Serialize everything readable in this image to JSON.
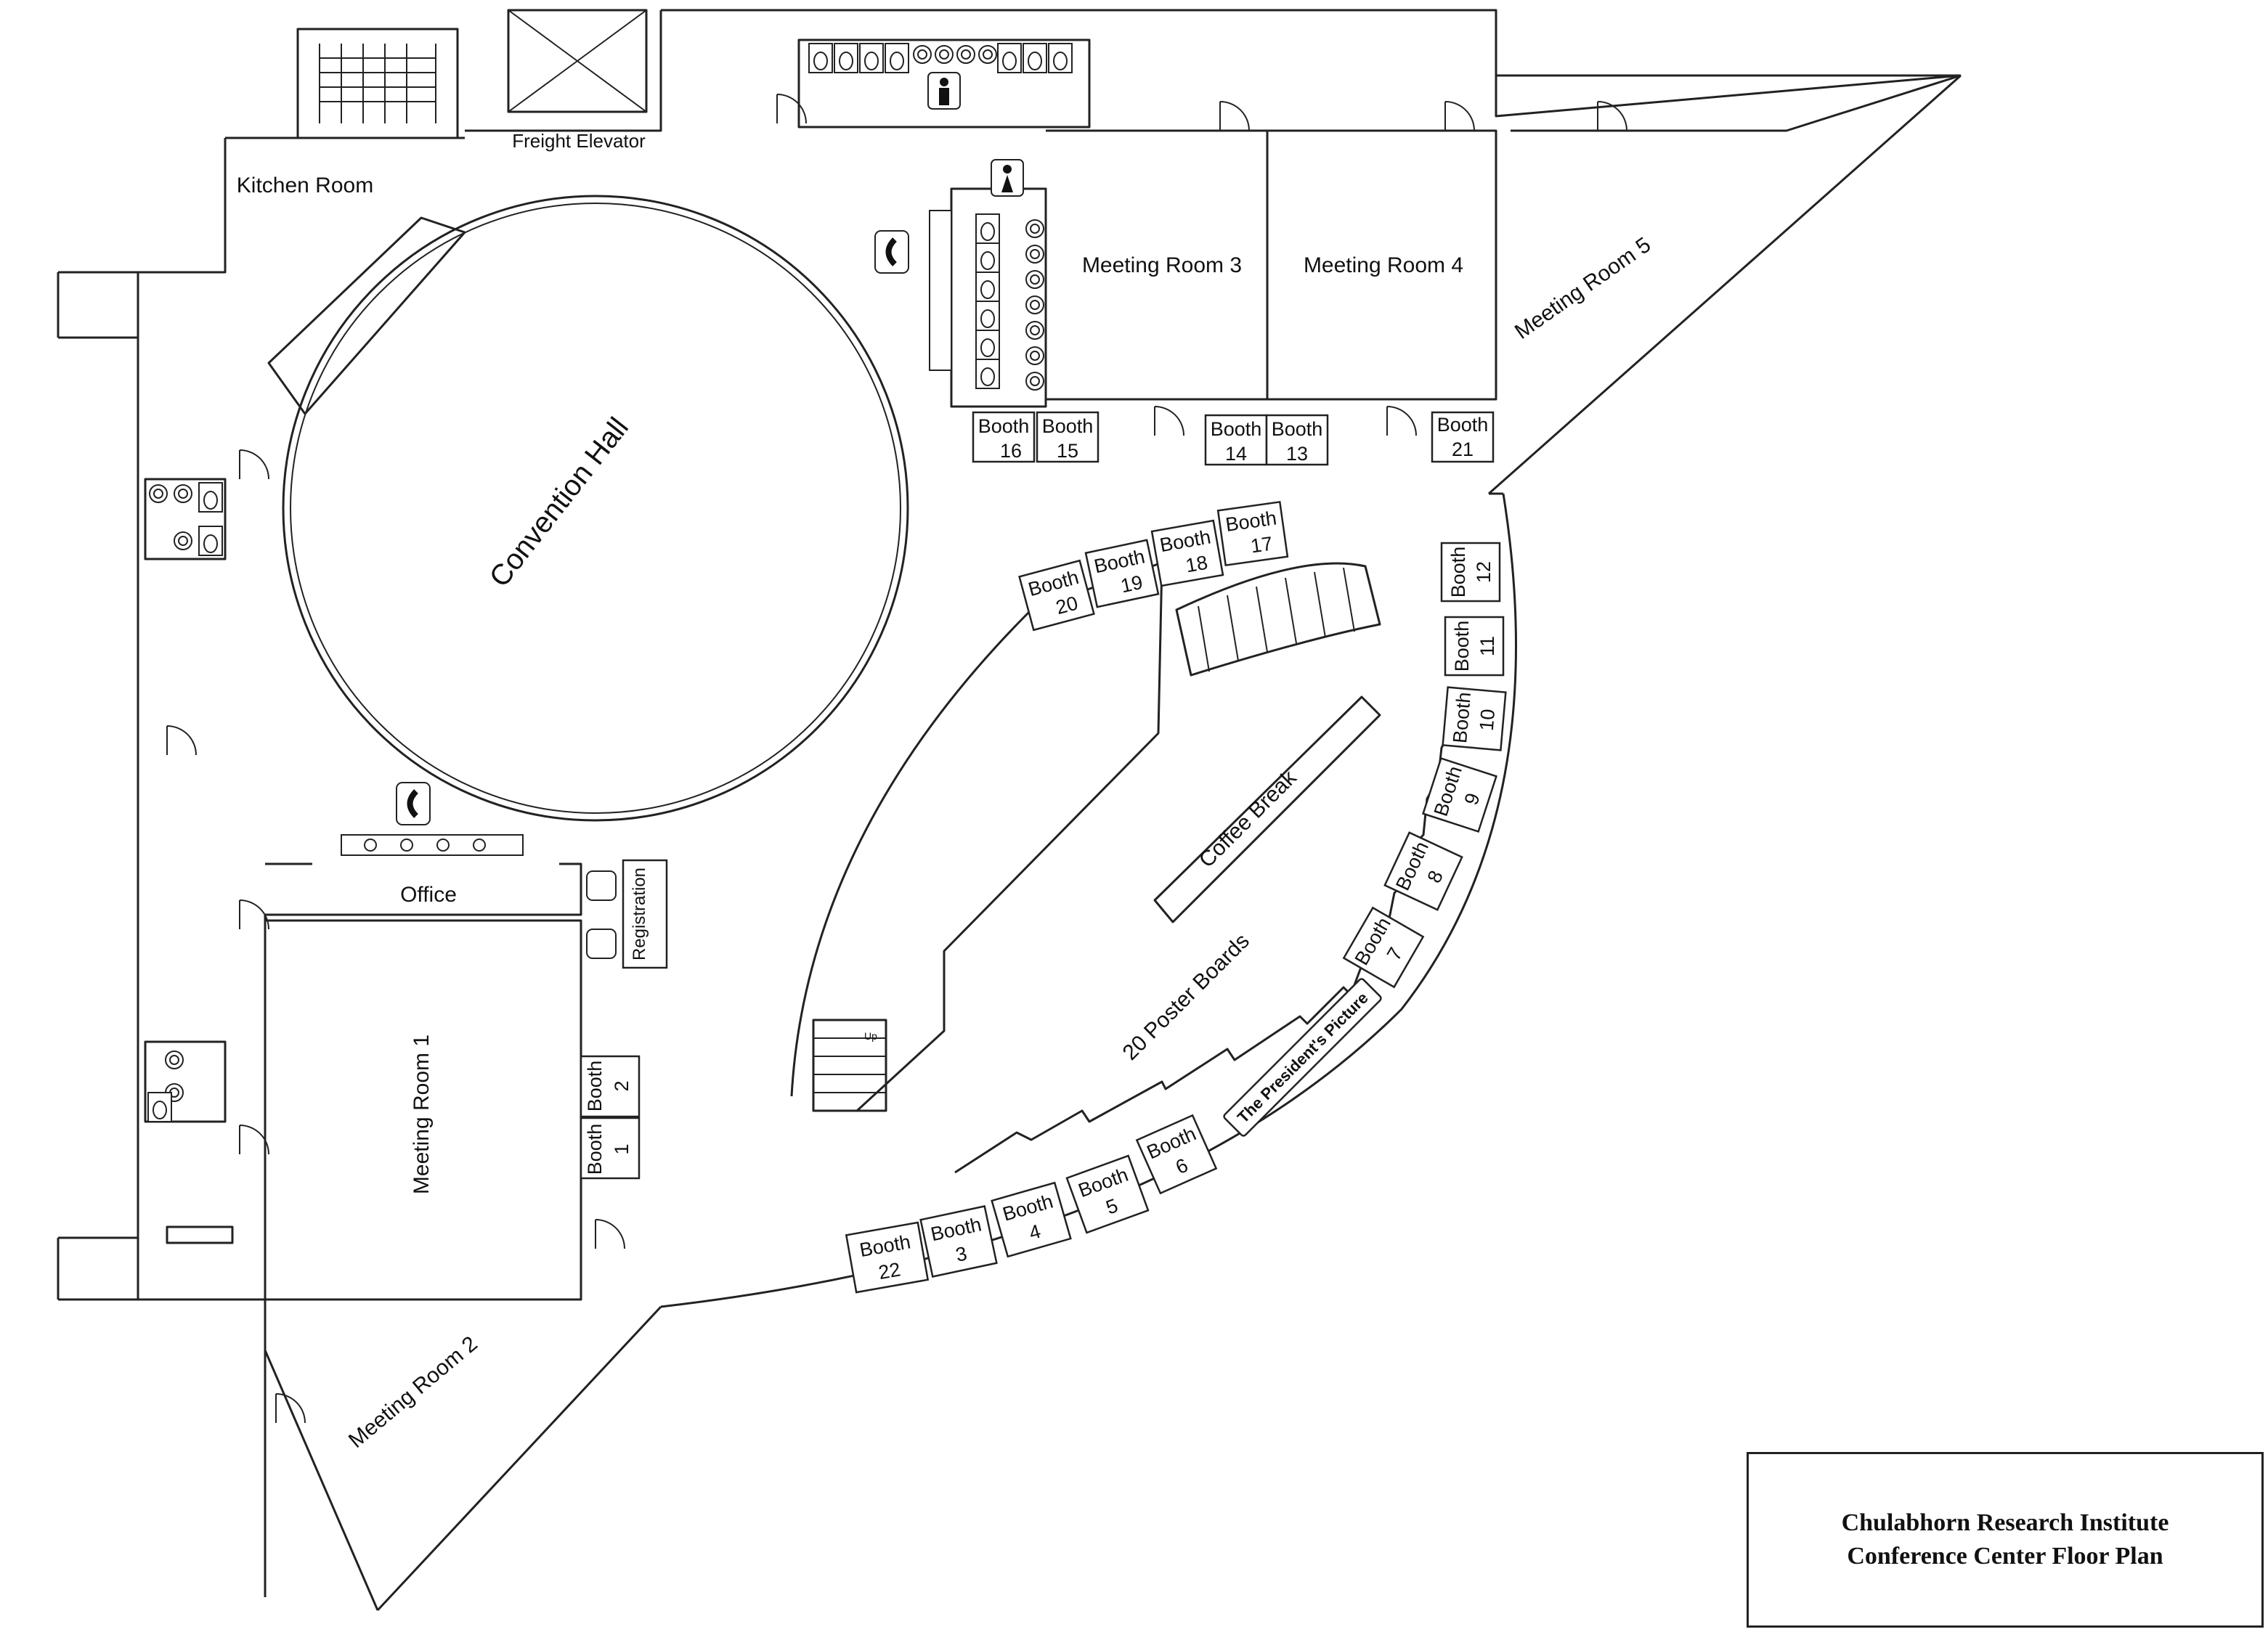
{
  "rooms": {
    "kitchen": "Kitchen Room",
    "freight_elevator": "Freight Elevator",
    "convention_hall": "Convention Hall",
    "meeting_room_1": "Meeting Room 1",
    "meeting_room_2": "Meeting Room 2",
    "meeting_room_3": "Meeting Room 3",
    "meeting_room_4": "Meeting Room 4",
    "meeting_room_5": "Meeting Room 5",
    "office": "Office",
    "registration": "Registration",
    "coffee_break": "Coffee Break",
    "poster_boards": "20 Poster Boards",
    "presidents_picture": "The President's Picture"
  },
  "booths": [
    {
      "word": "Booth",
      "number": "1"
    },
    {
      "word": "Booth",
      "number": "2"
    },
    {
      "word": "Booth",
      "number": "3"
    },
    {
      "word": "Booth",
      "number": "4"
    },
    {
      "word": "Booth",
      "number": "5"
    },
    {
      "word": "Booth",
      "number": "6"
    },
    {
      "word": "Booth",
      "number": "7"
    },
    {
      "word": "Booth",
      "number": "8"
    },
    {
      "word": "Booth",
      "number": "9"
    },
    {
      "word": "Booth",
      "number": "10"
    },
    {
      "word": "Booth",
      "number": "11"
    },
    {
      "word": "Booth",
      "number": "12"
    },
    {
      "word": "Booth",
      "number": "13"
    },
    {
      "word": "Booth",
      "number": "14"
    },
    {
      "word": "Booth",
      "number": "15"
    },
    {
      "word": "Booth",
      "number": "16"
    },
    {
      "word": "Booth",
      "number": "17"
    },
    {
      "word": "Booth",
      "number": "18"
    },
    {
      "word": "Booth",
      "number": "19"
    },
    {
      "word": "Booth",
      "number": "20"
    },
    {
      "word": "Booth",
      "number": "21"
    },
    {
      "word": "Booth",
      "number": "22"
    }
  ],
  "stair_label": "Up",
  "title": {
    "line1": "Chulabhorn Research Institute",
    "line2": "Conference Center Floor Plan"
  },
  "icons": [
    "telephone-icon",
    "mens-restroom-icon",
    "womens-restroom-icon",
    "toilet-icon",
    "stairs-icon",
    "elevator-icon",
    "door-icon"
  ]
}
